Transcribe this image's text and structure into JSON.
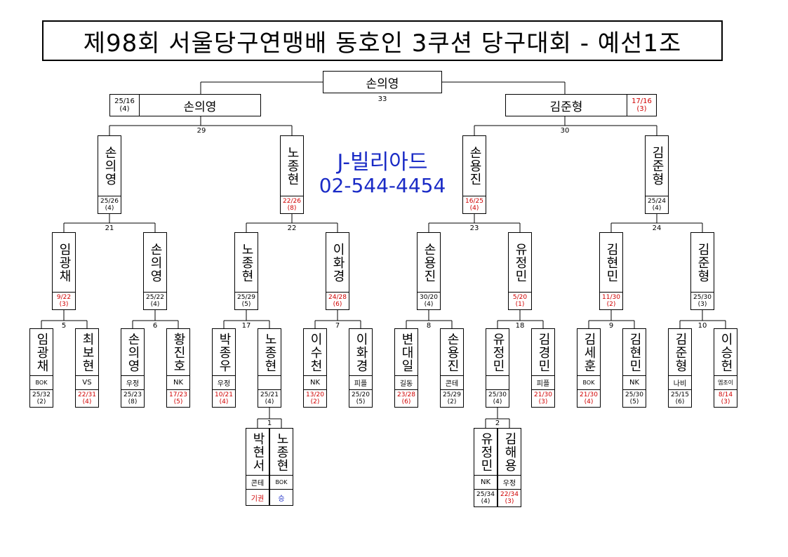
{
  "title": "제98회 서울당구연맹배 동호인 3쿠션 당구대회 - 예선1조",
  "sponsor": {
    "name": "J-빌리아드",
    "phone": "02-544-4454"
  },
  "colors": {
    "loss": "#d00000",
    "note": "#1a2bc6",
    "line": "#000000"
  },
  "final": {
    "winner": "손의영",
    "match_no": "33"
  },
  "semis": {
    "left": {
      "name": "손의영",
      "score": "25/16",
      "rank": "(4)",
      "match_no": "29"
    },
    "right": {
      "name": "김준형",
      "score": "17/16",
      "rank": "(3)",
      "match_no": "30"
    }
  },
  "quarters": [
    {
      "name": "손의영",
      "score": "25/26",
      "rank": "(4)",
      "lost": false,
      "match_no": "21"
    },
    {
      "name": "노종현",
      "score": "22/26",
      "rank": "(8)",
      "lost": true,
      "match_no": "22"
    },
    {
      "name": "손용진",
      "score": "16/25",
      "rank": "(4)",
      "lost": true,
      "match_no": "23"
    },
    {
      "name": "김준형",
      "score": "25/24",
      "rank": "(4)",
      "lost": false,
      "match_no": "24"
    }
  ],
  "round16": [
    {
      "name": "임광채",
      "score": "9/22",
      "rank": "(3)",
      "lost": true,
      "match_no": "5"
    },
    {
      "name": "손의영",
      "score": "25/22",
      "rank": "(4)",
      "lost": false,
      "match_no": "6"
    },
    {
      "name": "노종현",
      "score": "25/29",
      "rank": "(5)",
      "lost": false,
      "match_no": "17"
    },
    {
      "name": "이화경",
      "score": "24/28",
      "rank": "(6)",
      "lost": true,
      "match_no": "7"
    },
    {
      "name": "손용진",
      "score": "30/20",
      "rank": "(4)",
      "lost": false,
      "match_no": "8"
    },
    {
      "name": "유정민",
      "score": "5/20",
      "rank": "(1)",
      "lost": true,
      "match_no": "18"
    },
    {
      "name": "김현민",
      "score": "11/30",
      "rank": "(2)",
      "lost": true,
      "match_no": "9"
    },
    {
      "name": "김준형",
      "score": "25/30",
      "rank": "(3)",
      "lost": false,
      "match_no": "10"
    }
  ],
  "players": [
    {
      "name": "임광채",
      "club": "BOK",
      "score": "25/32",
      "rank": "(2)",
      "lost": false
    },
    {
      "name": "최보현",
      "club": "VS",
      "score": "22/31",
      "rank": "(4)",
      "lost": true
    },
    {
      "name": "손의영",
      "club": "우정",
      "score": "25/23",
      "rank": "(8)",
      "lost": false
    },
    {
      "name": "황진호",
      "club": "NK",
      "score": "17/23",
      "rank": "(5)",
      "lost": true
    },
    {
      "name": "박종우",
      "club": "우정",
      "score": "10/21",
      "rank": "(4)",
      "lost": true
    },
    {
      "name": "노종현",
      "club": "",
      "score": "25/21",
      "rank": "(4)",
      "lost": false
    },
    {
      "name": "이수천",
      "club": "NK",
      "score": "13/20",
      "rank": "(2)",
      "lost": true
    },
    {
      "name": "이화경",
      "club": "피플",
      "score": "25/20",
      "rank": "(5)",
      "lost": false
    },
    {
      "name": "변대일",
      "club": "길동",
      "score": "23/28",
      "rank": "(6)",
      "lost": true
    },
    {
      "name": "손용진",
      "club": "콘테",
      "score": "25/29",
      "rank": "(2)",
      "lost": false
    },
    {
      "name": "유정민",
      "club": "",
      "score": "25/30",
      "rank": "(4)",
      "lost": false
    },
    {
      "name": "김경민",
      "club": "피플",
      "score": "21/30",
      "rank": "(3)",
      "lost": true
    },
    {
      "name": "김세훈",
      "club": "BOK",
      "score": "21/30",
      "rank": "(4)",
      "lost": true
    },
    {
      "name": "김현민",
      "club": "NK",
      "score": "25/30",
      "rank": "(5)",
      "lost": false
    },
    {
      "name": "김준형",
      "club": "나비",
      "score": "25/15",
      "rank": "(6)",
      "lost": false
    },
    {
      "name": "이승헌",
      "club": "엠조이",
      "score": "8/14",
      "rank": "(3)",
      "lost": true
    }
  ],
  "prelims": [
    {
      "match_no": "1",
      "players": [
        {
          "name": "박현서",
          "club": "콘테",
          "note": "기권",
          "note_color": "red"
        },
        {
          "name": "노종현",
          "club": "BOK",
          "note": "승",
          "note_color": "blue"
        }
      ]
    },
    {
      "match_no": "2",
      "players": [
        {
          "name": "유정민",
          "club": "NK",
          "score": "25/34",
          "rank": "(4)",
          "lost": false
        },
        {
          "name": "김해용",
          "club": "우정",
          "score": "22/34",
          "rank": "(3)",
          "lost": true
        }
      ]
    }
  ]
}
